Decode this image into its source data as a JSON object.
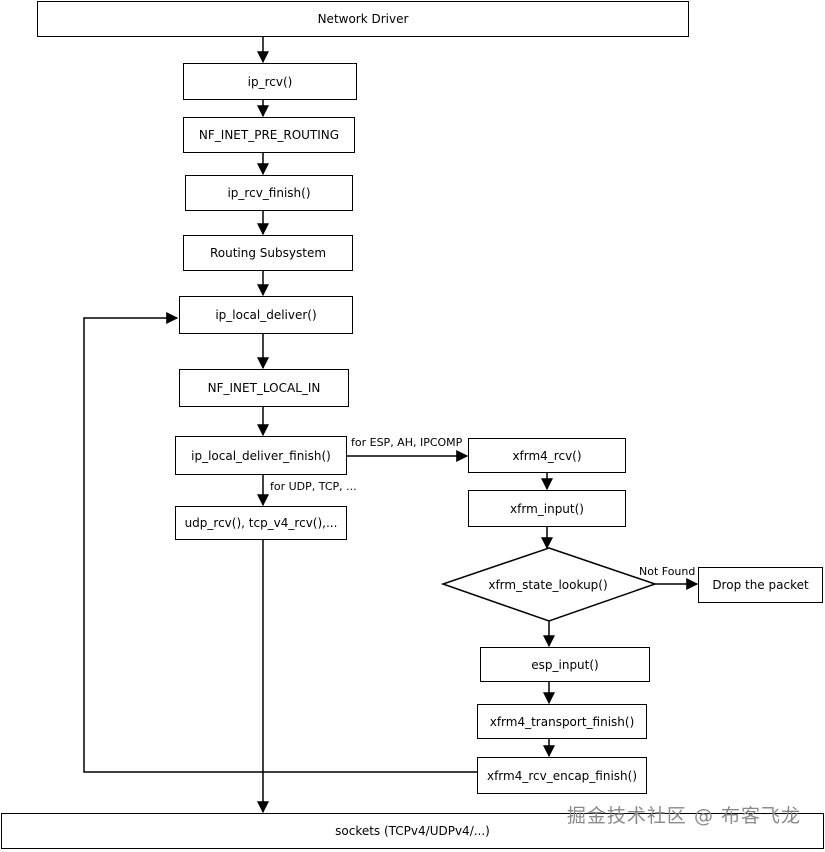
{
  "nodes": {
    "network_driver": "Network Driver",
    "ip_rcv": "ip_rcv()",
    "nf_inet_pre_routing": "NF_INET_PRE_ROUTING",
    "ip_rcv_finish": "ip_rcv_finish()",
    "routing_subsystem": "Routing Subsystem",
    "ip_local_deliver": "ip_local_deliver()",
    "nf_inet_local_in": "NF_INET_LOCAL_IN",
    "ip_local_deliver_finish": "ip_local_deliver_finish()",
    "udp_tcp_rcv": "udp_rcv(), tcp_v4_rcv(),...",
    "xfrm4_rcv": "xfrm4_rcv()",
    "xfrm_input": "xfrm_input()",
    "xfrm_state_lookup": "xfrm_state_lookup()",
    "drop_packet": "Drop the packet",
    "esp_input": "esp_input()",
    "xfrm4_transport_finish": "xfrm4_transport_finish()",
    "xfrm4_rcv_encap_finish": "xfrm4_rcv_encap_finish()",
    "sockets": "sockets (TCPv4/UDPv4/...)"
  },
  "edge_labels": {
    "for_esp": "for ESP, AH, IPCOMP",
    "for_udp": "for UDP, TCP, ...",
    "not_found": "Not Found"
  },
  "watermark": "掘金技术社区 @ 布客飞龙"
}
